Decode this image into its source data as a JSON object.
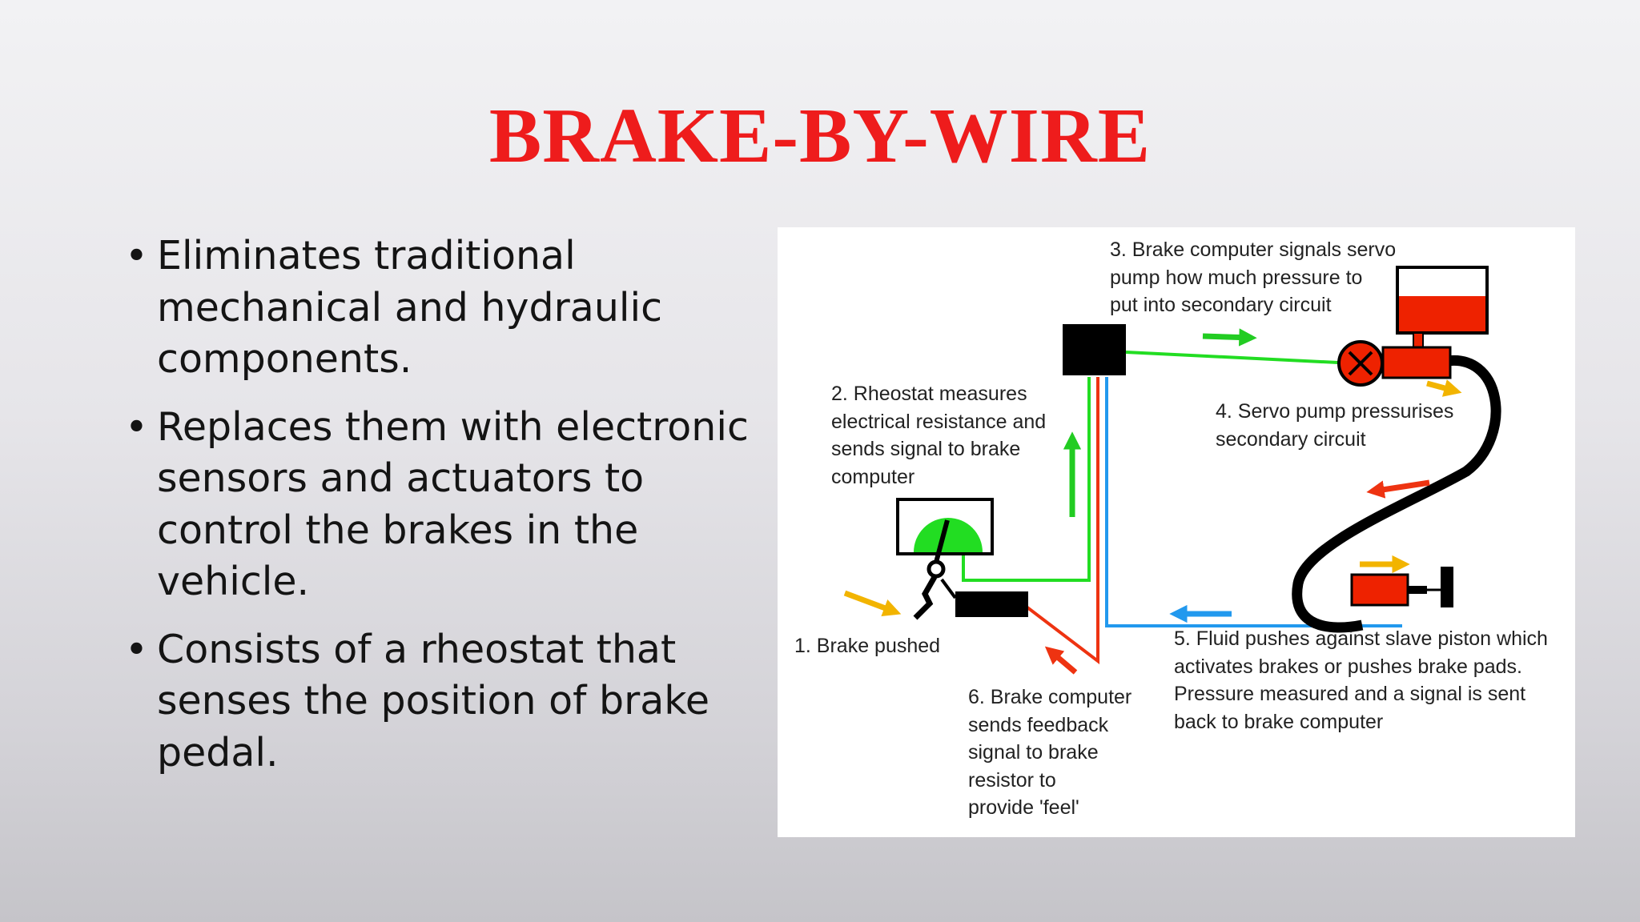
{
  "slide": {
    "title": "BRAKE-BY-WIRE",
    "bullets": [
      {
        "lines": [
          "Eliminates traditional",
          "mechanical and hydraulic",
          "components."
        ]
      },
      {
        "lines": [
          "Replaces them with electronic",
          "sensors and actuators to",
          "control the brakes in the",
          "vehicle."
        ]
      },
      {
        "lines": [
          "Consists of a rheostat that",
          "senses the position of brake",
          "pedal."
        ]
      }
    ]
  },
  "diagram": {
    "step1": {
      "lines": [
        "1. Brake pushed"
      ]
    },
    "step2": {
      "lines": [
        "2. Rheostat measures",
        "electrical resistance and",
        "sends signal to brake",
        "computer"
      ]
    },
    "step3": {
      "lines": [
        "3. Brake computer signals servo",
        "pump how much pressure to",
        "put into secondary circuit"
      ]
    },
    "step4": {
      "lines": [
        "4. Servo pump pressurises",
        "secondary circuit"
      ]
    },
    "step5": {
      "lines": [
        "5. Fluid pushes against slave piston which",
        "activates brakes or pushes brake pads.",
        "Pressure measured and a signal is sent",
        "back to brake computer"
      ]
    },
    "step6": {
      "lines": [
        "6. Brake computer",
        "sends feedback",
        "signal to brake",
        "resistor to",
        "provide 'feel'"
      ]
    },
    "colors": {
      "signal_green": "#22dd22",
      "feedback_red": "#ee3311",
      "return_blue": "#2299ee",
      "fluid_red": "#ee2200",
      "arrow_yellow": "#f2b400",
      "title_red": "#ee1c1c"
    }
  }
}
